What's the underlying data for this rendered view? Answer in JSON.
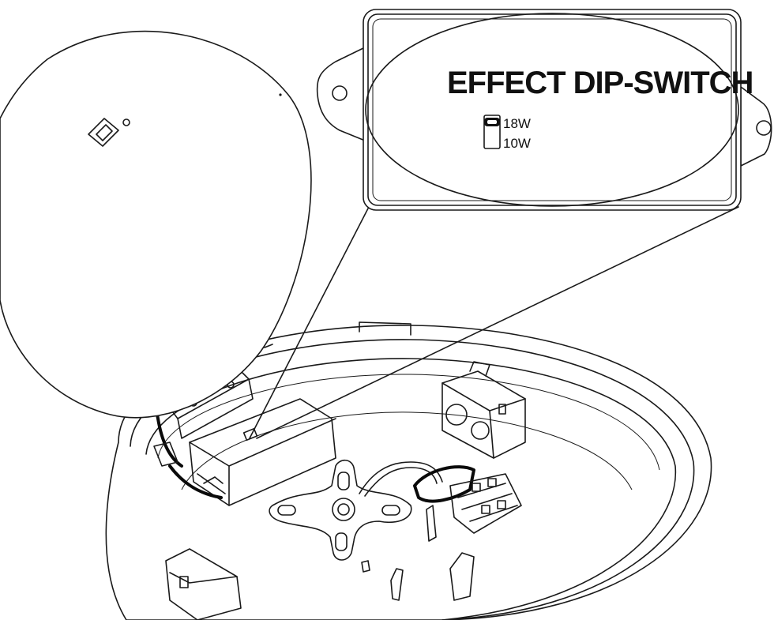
{
  "callout": {
    "title": "EFFECT DIP-SWITCH",
    "options": [
      {
        "label": "18W",
        "selected": true
      },
      {
        "label": "10W",
        "selected": false
      }
    ]
  },
  "colors": {
    "line": "#1a1a1a",
    "background": "#ffffff",
    "cable": "#0a0a0a"
  }
}
